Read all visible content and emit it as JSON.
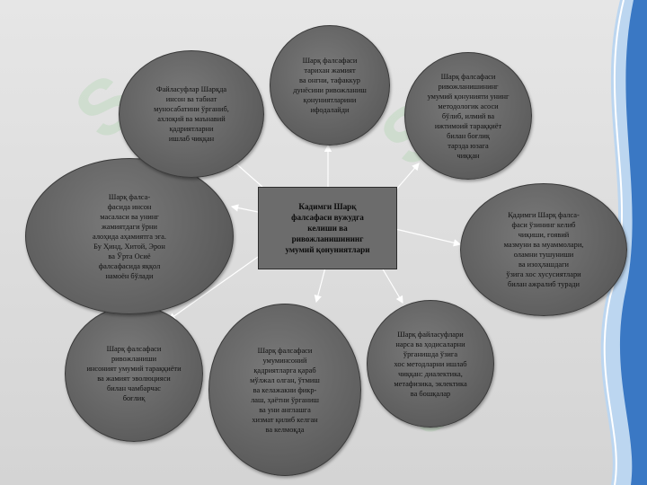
{
  "diagram": {
    "center": "Кадимги Шарқ\nфалсафаси вужудга\nкелиши ва\nривожланишининг\nумумий қонуниятлари",
    "nodes": [
      "Шарқ фалсафаси\nтарихан жамият\nва онгни, тафаккур\nдунёсини ривожланиш\nқонуниятларини\nифодалайди",
      "Шарқ фалсафаси\nривожланишининг\nумумий қонунияти унинг\nметодологик асоси\nбўлиб, илмий ва\nижтимоий тараққиёт\nбилан боғлиқ\nтарзда юзага\nчиққан",
      "Қадимги Шарқ фалса-\nфаси ўзининг келиб\nчиқиши, ғоявий\nмазмуни ва муаммолари,\nоламни тушуниши\nва изоҳлашдаги\nўзига хос хусусиятлари\nбилан ажралиб туради",
      "Шарқ файласуфлари\nнарса ва ҳодисаларни\nўрганишда ўзига\nхос методларни ишлаб\nчиққан: диалектика,\nметафизика, эклектика\nва бошқалар",
      "Шарқ фалсафаси\nумуминсоний\nқадриятларга қараб\nмўлжал олган, ўтмиш\nва келажакни фикр-\nлаш, ҳаётни ўрганиш\nва уни англашга\nхизмат қилиб келган\nва келмоқда",
      "Шарқ фалсафаси\nривожланиши\nинсоният умумий тараққиёти\nва жамият эволюцияси\nбилан чамбарчас\nбоғлиқ",
      "Шарқ фалса-\nфасида инсон\nмасаласи ва унинг\nжамиятдаги ўрни\nалоҳида аҳамиятга эга.\nБу Ҳинд, Хитой, Эрон\nва Ўрта Осиё\nфалсафасида яққол\nнамоён бўлади",
      "Файласуфлар Шарқда\nинсон ва табиат\nмуносабатини ўрганиб,\nахлоқий ва маънавий\nқадриятларни\nишлаб чиққан"
    ]
  },
  "colors": {
    "bubble": "#666666",
    "center": "#6c6c6c",
    "background": "#d9d9d9",
    "accent": "#3a78c4"
  }
}
